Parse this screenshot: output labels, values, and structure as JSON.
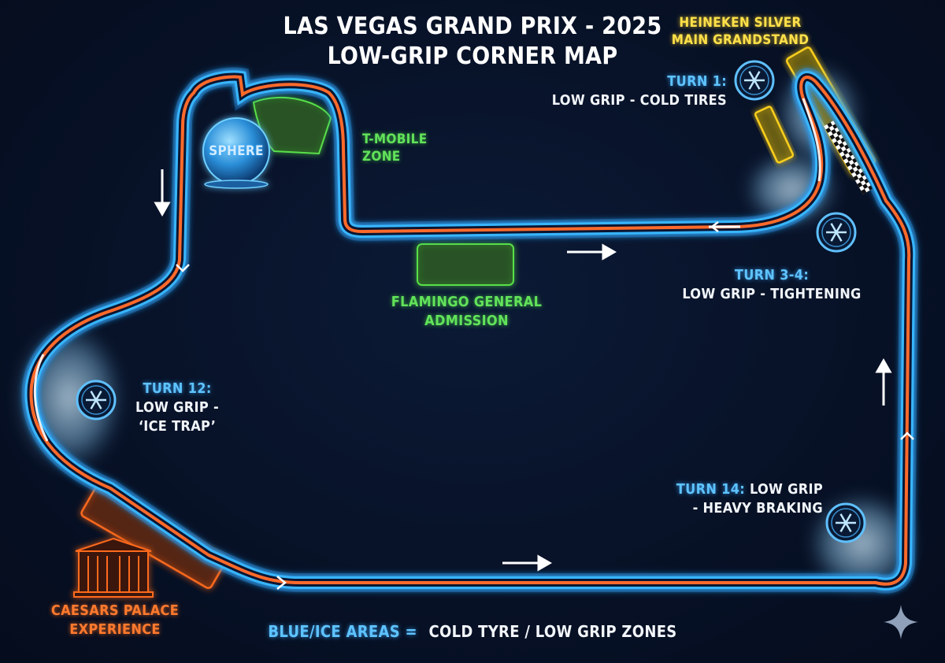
{
  "title": {
    "line1": "LAS VEGAS GRAND PRIX - 2025",
    "line2": "LOW-GRIP CORNER MAP"
  },
  "landmarks": {
    "grandstand": {
      "line1": "HEINEKEN SILVER",
      "line2": "MAIN GRANDSTAND"
    },
    "sphere": "SPHERE",
    "tmobile": {
      "line1": "T-MOBILE",
      "line2": "ZONE"
    },
    "flamingo": {
      "line1": "FLAMINGO GENERAL",
      "line2": "ADMISSION"
    },
    "caesars": {
      "line1": "CAESARS PALACE",
      "line2": "EXPERIENCE"
    }
  },
  "turns": [
    {
      "id": "turn1",
      "name": "TURN 1:",
      "desc_line1": "LOW GRIP - COLD TIRES",
      "desc_line2": ""
    },
    {
      "id": "turn34",
      "name": "TURN 3-4:",
      "desc_line1": "LOW GRIP - TIGHTENING",
      "desc_line2": ""
    },
    {
      "id": "turn12",
      "name": "TURN 12:",
      "desc_line1": "LOW GRIP -",
      "desc_line2": "‘ICE TRAP’"
    },
    {
      "id": "turn14",
      "name": "TURN 14:",
      "desc_line1": "LOW GRIP",
      "desc_line2": "- HEAVY BRAKING"
    }
  ],
  "legend": {
    "key": "BLUE/ICE AREAS =",
    "value": "COLD TYRE / LOW GRIP ZONES"
  },
  "colors": {
    "background": "#071126",
    "track_glow": "#2aa3ff",
    "racing_line": "#ff6a2a",
    "ice": "#bfe6ff",
    "grandstand": "#ffd21f",
    "zones": "#3ecf3a",
    "caesars": "#ff6a1f"
  },
  "icons": [
    "snowflake-icon",
    "direction-arrow-icon",
    "checkered-flag-icon",
    "sphere-icon",
    "palace-icon",
    "sparkle-icon"
  ]
}
